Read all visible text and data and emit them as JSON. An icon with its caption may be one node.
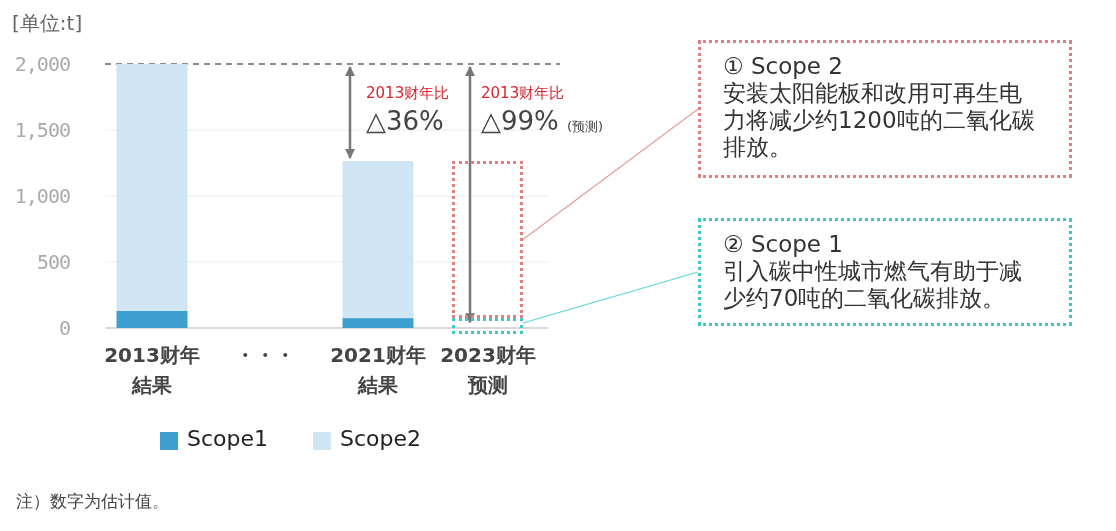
{
  "diagram": {
    "nodes": [
      {
        "text": [],
        "shape": "box"
      },
      {
        "text": [],
        "shape": "box"
      },
      {
        "text": [
          "① Scope 2",
          "安装太阳能板和改用可再生电力将减少约1200吨的二氧化碳排放。"
        ]
      },
      {
        "text": [
          "② Scope 1",
          "引入碳中性城市燃气有助于减少约70吨的二氧化碳排放。"
        ]
      }
    ],
    "edges": [
      {
        "from": 2,
        "to": 0,
        "arrow": "none",
        "color": "#e89a9a"
      },
      {
        "from": 3,
        "to": 1,
        "arrow": "none",
        "color": "#5ad6d6"
      }
    ],
    "labels": [
      "注）数字为估计值。"
    ],
    "chart_data": {
      "type": "bar",
      "ylabel": "[单位:t]",
      "stacked": true,
      "grid": true,
      "categories": [
        "2013财年結果",
        "・・・",
        "2021财年結果",
        "2023财年预测"
      ],
      "series": [
        {
          "name": "Scope1",
          "color": "#3c9fd0",
          "values": [
            130,
            null,
            75,
            null
          ]
        },
        {
          "name": "Scope2",
          "color": "#d0e5f3",
          "values": [
            1870,
            null,
            1190,
            null
          ]
        }
      ],
      "ylim": [
        0,
        2000
      ],
      "yticks": [
        0,
        500,
        {
          "value": 1000,
          "label": "1,000"
        },
        {
          "value": 1500,
          "label": "1,500"
        },
        {
          "value": 2000,
          "label": "2,000"
        }
      ],
      "annotations": [
        "2013财年比",
        "△36%",
        "2013财年比",
        "△99%",
        "(预测)"
      ]
    }
  }
}
